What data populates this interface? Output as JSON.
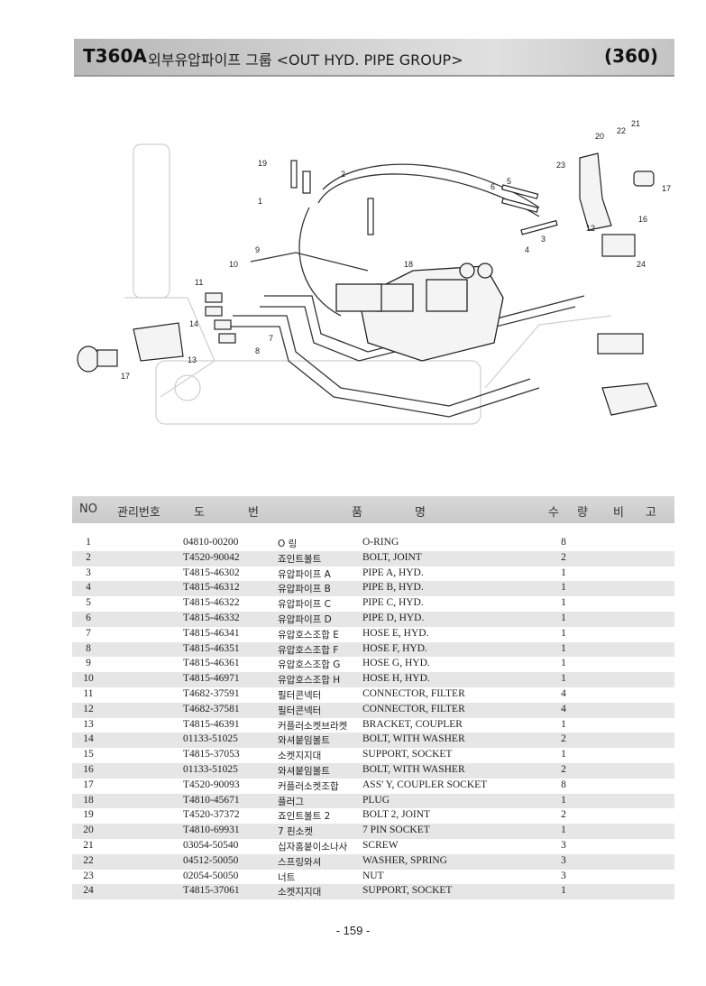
{
  "header": {
    "code": "T360A",
    "title": "외부유압파이프 그룹 <OUT HYD. PIPE GROUP>",
    "page_code": "(360)"
  },
  "diagram": {
    "callouts": [
      "1",
      "2",
      "3",
      "4",
      "5",
      "6",
      "7",
      "8",
      "9",
      "10",
      "11",
      "12",
      "13",
      "14",
      "16",
      "17",
      "17",
      "18",
      "19",
      "20",
      "21",
      "22",
      "23",
      "24"
    ]
  },
  "table": {
    "headers": {
      "no": "NO",
      "part_no": "관리번호",
      "do": "도",
      "beon": "번",
      "pum": "품",
      "myeong": "명",
      "su": "수",
      "ryang": "량",
      "bi": "비",
      "go": "고"
    },
    "rows": [
      {
        "no": "1",
        "part": "04810-00200",
        "kor": "O 링",
        "eng": "O-RING",
        "qty": "8"
      },
      {
        "no": "2",
        "part": "T4520-90042",
        "kor": "죠인트볼트",
        "eng": "BOLT, JOINT",
        "qty": "2"
      },
      {
        "no": "3",
        "part": "T4815-46302",
        "kor": "유압파이프 A",
        "eng": "PIPE A, HYD.",
        "qty": "1"
      },
      {
        "no": "4",
        "part": "T4815-46312",
        "kor": "유압파이프 B",
        "eng": "PIPE B, HYD.",
        "qty": "1"
      },
      {
        "no": "5",
        "part": "T4815-46322",
        "kor": "유압파이프 C",
        "eng": "PIPE C, HYD.",
        "qty": "1"
      },
      {
        "no": "6",
        "part": "T4815-46332",
        "kor": "유압파이프 D",
        "eng": "PIPE D, HYD.",
        "qty": "1"
      },
      {
        "no": "7",
        "part": "T4815-46341",
        "kor": "유압호스조합 E",
        "eng": "HOSE E, HYD.",
        "qty": "1"
      },
      {
        "no": "8",
        "part": "T4815-46351",
        "kor": "유압호스조합 F",
        "eng": "HOSE F, HYD.",
        "qty": "1"
      },
      {
        "no": "9",
        "part": "T4815-46361",
        "kor": "유압호스조합 G",
        "eng": "HOSE G, HYD.",
        "qty": "1"
      },
      {
        "no": "10",
        "part": "T4815-46971",
        "kor": "유압호스조합 H",
        "eng": "HOSE H, HYD.",
        "qty": "1"
      },
      {
        "no": "11",
        "part": "T4682-37591",
        "kor": "필터콘넥터",
        "eng": "CONNECTOR, FILTER",
        "qty": "4"
      },
      {
        "no": "12",
        "part": "T4682-37581",
        "kor": "필터콘넥터",
        "eng": "CONNECTOR, FILTER",
        "qty": "4"
      },
      {
        "no": "13",
        "part": "T4815-46391",
        "kor": "커플러소켓브라켓",
        "eng": "BRACKET, COUPLER",
        "qty": "1"
      },
      {
        "no": "14",
        "part": "01133-51025",
        "kor": "와셔붙임볼트",
        "eng": "BOLT, WITH WASHER",
        "qty": "2"
      },
      {
        "no": "15",
        "part": "T4815-37053",
        "kor": "소켓지지대",
        "eng": "SUPPORT, SOCKET",
        "qty": "1"
      },
      {
        "no": "16",
        "part": "01133-51025",
        "kor": "와셔붙임볼트",
        "eng": "BOLT, WITH WASHER",
        "qty": "2"
      },
      {
        "no": "17",
        "part": "T4520-90093",
        "kor": "커플러소켓조합",
        "eng": "ASS' Y, COUPLER SOCKET",
        "qty": "8"
      },
      {
        "no": "18",
        "part": "T4810-45671",
        "kor": "플러그",
        "eng": "PLUG",
        "qty": "1"
      },
      {
        "no": "19",
        "part": "T4520-37372",
        "kor": "죠인트볼트 2",
        "eng": "BOLT 2, JOINT",
        "qty": "2"
      },
      {
        "no": "20",
        "part": "T4810-69931",
        "kor": "7 핀소켓",
        "eng": "7 PIN SOCKET",
        "qty": "1"
      },
      {
        "no": "21",
        "part": "03054-50540",
        "kor": "십자홈붙이소나사",
        "eng": "SCREW",
        "qty": "3"
      },
      {
        "no": "22",
        "part": "04512-50050",
        "kor": "스프링와셔",
        "eng": "WASHER, SPRING",
        "qty": "3"
      },
      {
        "no": "23",
        "part": "02054-50050",
        "kor": "너트",
        "eng": "NUT",
        "qty": "3"
      },
      {
        "no": "24",
        "part": "T4815-37061",
        "kor": "소켓지지대",
        "eng": "SUPPORT, SOCKET",
        "qty": "1"
      }
    ]
  },
  "footer": {
    "page_number": "- 159 -"
  }
}
